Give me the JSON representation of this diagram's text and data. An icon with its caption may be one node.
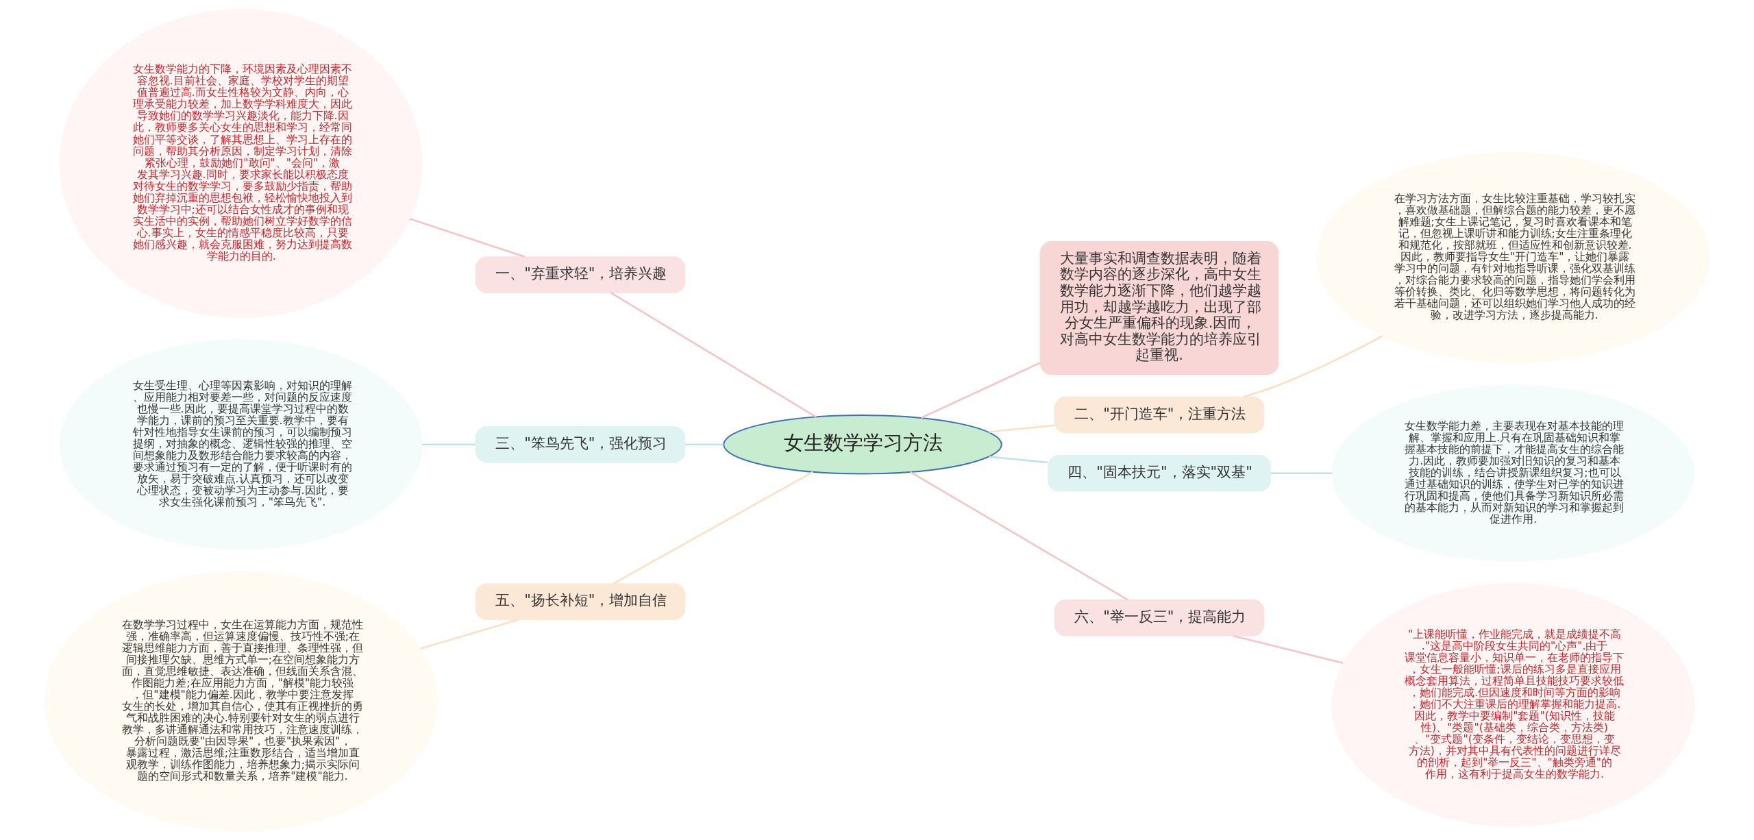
{
  "diagram": {
    "nodes": [
      {
        "text": [
          "女生数学学习方法"
        ]
      },
      {
        "text": [
          "大量事实和调查数据表明，随着数学内容的逐步深化，高中女生数学能力逐渐下降，他们越学越用功，却越学越吃力，出现了部分女生严重偏科的现象.因而，对高中女生数学能力的培养应引起重视."
        ]
      },
      {
        "text": [
          "二、\"开门造车\"，注重方法"
        ]
      },
      {
        "text": [
          "在学习方法方面，女生比较注重基础，学习较扎实，喜欢做基础题，但解综合题的能力较差，更不愿解难题;女生上课记笔记，复习时喜欢看课本和笔记，但忽视上课听讲和能力训练;女生注重条理化和规范化，按部就班，但适应性和创新意识较差.因此，教师要指导女生\"开门造车\"，让她们暴露学习中的问题，有针对地指导听课，强化双基训练，对综合能力要求较高的问题，指导她们学会利用等价转换、类比、化归等数学思想，将问题转化为若干基础问题，还可以组织她们学习他人成功的经验，改进学习方法，逐步提高能力."
        ]
      },
      {
        "text": [
          "四、\"固本扶元\"，落实\"双基\""
        ]
      },
      {
        "text": [
          "女生数学能力差，主要表现在对基本技能的理解、掌握和应用上.只有在巩固基础知识和掌握基本技能的前提下，才能提高女生的综合能力.因此，教师要加强对旧知识的复习和基本技能的训练，结合讲授新课组织复习;也可以通过基础知识的训练，使学生对已学的知识进行巩固和提高，使他们具备学习新知识所必需的基本能力，从而对新知识的学习和掌握起到促进作用."
        ]
      },
      {
        "text": [
          "六、\"举一反三\"，提高能力"
        ]
      },
      {
        "text": [
          "\"上课能听懂，作业能完成，就是成绩提不高.\"这是高中阶段女生共同的\"心声\".由于课堂信息容量小，知识单一，在老师的指导下，女生一般能听懂;课后的练习多是直接应用概念套用算法，过程简单且技能技巧要求较低，她们能完成.但因速度和时间等方面的影响，她们不大注重课后的理解掌握和能力提高.因此，教学中要编制\"套题\"(知识性，技能性)、\"类题\"(基础类，综合类，方法类)、\"变式题\"(变条件，变结论，变思想，变方法)，并对其中具有代表性的问题进行详尽的剖析，起到\"举一反三\"、\"触类旁通\"的作用，这有利于提高女生的数学能力."
        ]
      },
      {
        "text": [
          "一、\"弃重求轻\"，培养兴趣"
        ]
      },
      {
        "text": [
          "女生数学能力的下降，环境因素及心理因素不容忽视.目前社会、家庭、学校对学生的期望值普遍过高.而女生性格较为文静、内向，心理承受能力较差，加上数学学科难度大，因此导致她们的数学学习兴趣淡化，能力下降.因此，教师要多关心女生的思想和学习，经常同她们平等交谈，了解其思想上、学习上存在的问题，帮助其分析原因，制定学习计划，清除紧张心理，鼓励她们\"敢问\"、\"会问\"，激发其学习兴趣.同时，要求家长能以积极态度对待女生的数学学习，要多鼓励少指责，帮助她们弃掉沉重的思想包袱，轻松愉快地投入到数学学习中;还可以结合女性成才的事例和现实生活中的实例，帮助她们树立学好数学的信心.事实上，女生的情感平稳度比较高，只要她们感兴趣，就会克服困难，努力达到提高数学能力的目的."
        ]
      },
      {
        "text": [
          "三、\"笨鸟先飞\"，强化预习"
        ]
      },
      {
        "text": [
          "女生受生理、心理等因素影响，对知识的理解、应用能力相对要差一些，对问题的反应速度也慢一些.因此，要提高课堂学习过程中的数学能力，课前的预习至关重要.教学中，要有针对性地指导女生课前的预习，可以编制预习提纲，对抽象的概念、逻辑性较强的推理、空间想象能力及数形结合能力要求较高的内容，要求通过预习有一定的了解，便于听课时有的放矢，易于突破难点.认真预习，还可以改变心理状态，变被动学习为主动参与.因此，要求女生强化课前预习，\"笨鸟先飞\"."
        ]
      },
      {
        "text": [
          "五、\"扬长补短\"，增加自信"
        ]
      },
      {
        "text": [
          "在数学学习过程中，女生在运算能力方面，规范性强，准确率高，但运算速度偏慢、技巧性不强;在逻辑思维能力方面，善于直接推理、条理性强，但间接推理欠缺、思维方式单一;在空间想象能力方面，直觉思维敏捷、表达准确，但线面关系含混、作图能力差;在应用能力方面，\"解模\"能力较强，但\"建模\"能力偏差.因此，教学中要注意发挥女生的长处，增加其自信心，使其有正视挫折的勇气和战胜困难的决心.特别要针对女生的弱点进行教学，多讲通解通法和常用技巧，注意速度训练，分析问题既要\"由因导果\"，也要\"执果索因\"，暴露过程，激活思维;注重数形结合，适当增加直观教学，训练作图能力，培养想象力;揭示实际问题的空间形式和数量关系，培养\"建模\"能力."
        ]
      }
    ],
    "edges": [
      {
        "from": 0,
        "to": 1,
        "arrow": "none",
        "color": "#f5c4c4"
      },
      {
        "from": 0,
        "to": 2,
        "arrow": "none",
        "color": "#fbe0c4"
      },
      {
        "from": 2,
        "to": 3,
        "arrow": "none",
        "color": "#fbe0c4"
      },
      {
        "from": 0,
        "to": 4,
        "arrow": "none",
        "color": "#bde6e2"
      },
      {
        "from": 4,
        "to": 5,
        "arrow": "none",
        "color": "#bde6e2"
      },
      {
        "from": 0,
        "to": 6,
        "arrow": "none",
        "color": "#f5c4c4"
      },
      {
        "from": 6,
        "to": 7,
        "arrow": "none",
        "color": "#f5c4c4"
      },
      {
        "from": 0,
        "to": 8,
        "arrow": "none",
        "color": "#f5c4c4"
      },
      {
        "from": 8,
        "to": 9,
        "arrow": "none",
        "color": "#f5c4c4"
      },
      {
        "from": 0,
        "to": 10,
        "arrow": "none",
        "color": "#bde6e2"
      },
      {
        "from": 10,
        "to": 11,
        "arrow": "none",
        "color": "#bde6e2"
      },
      {
        "from": 0,
        "to": 12,
        "arrow": "none",
        "color": "#fbe0c4"
      },
      {
        "from": 12,
        "to": 13,
        "arrow": "none",
        "color": "#fbe0c4"
      }
    ]
  }
}
